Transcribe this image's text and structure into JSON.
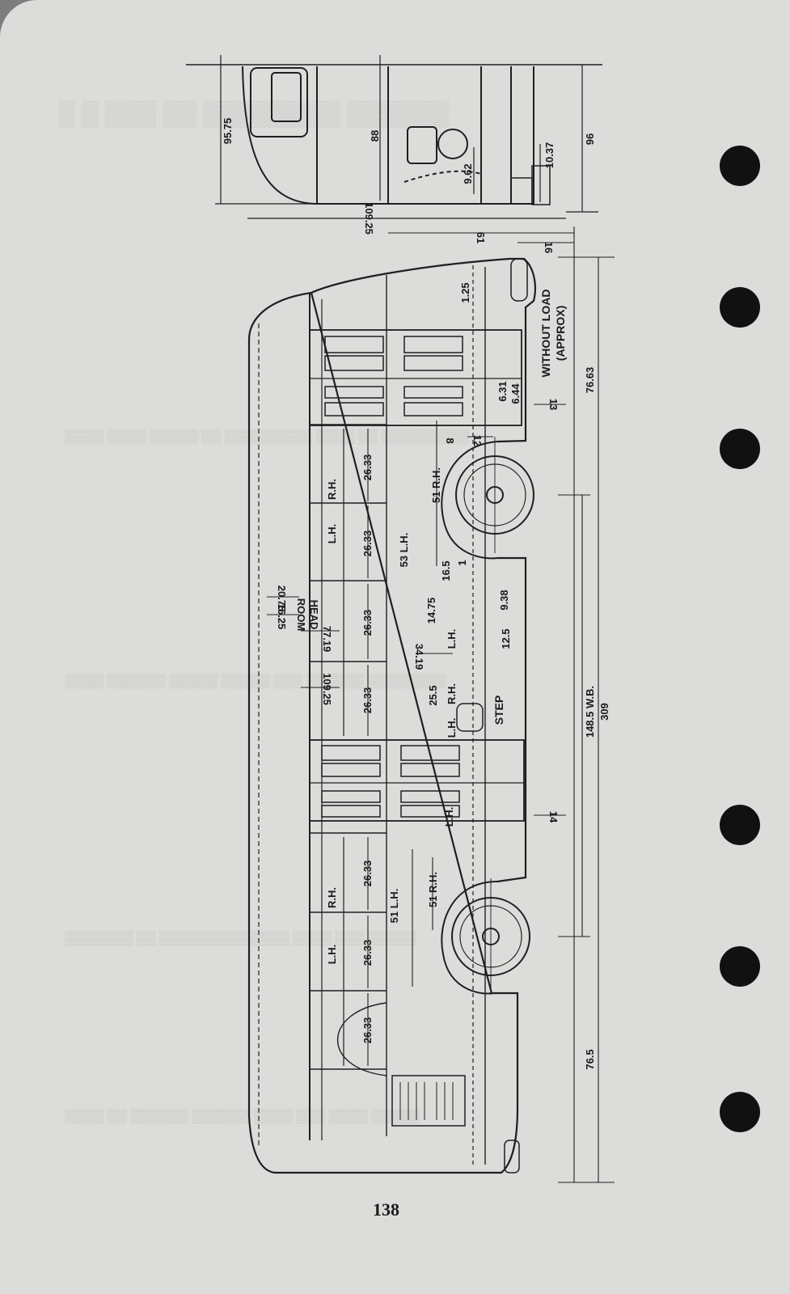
{
  "page_number": "138",
  "diagram": {
    "labels": {
      "without_load_1": "WITHOUT LOAD",
      "without_load_2": "(APPROX)",
      "head_room_1": "HEAD",
      "head_room_2": "ROOM",
      "step": "STEP",
      "lh": "L.H.",
      "rh": "R.H."
    },
    "dimensions": {
      "d95_75": "95.75",
      "d88": "88",
      "d96": "96",
      "d9_62": "9.62",
      "d10_37": "10.37",
      "d109_25_top": "109.25",
      "d61": "61",
      "d16": "16",
      "d1_25": "1.25",
      "d76_63": "76.63",
      "d13": "13",
      "d6_31": "6.31",
      "d6_44": "6.44",
      "d8": "8",
      "d12": "12",
      "d26_33_a": "26.33",
      "d26_33_b": "26.33",
      "d26_33_c": "26.33",
      "d26_33_d": "26.33",
      "d26_33_e": "26.33",
      "d26_33_f": "26.33",
      "d26_33_g": "26.33",
      "d51rh_front": "51 R.H.",
      "d53_lh": "53 L.H.",
      "d16_5": "16.5",
      "d1": "1",
      "d9_38": "9.38",
      "d14_75": "14.75",
      "d12_5": "12.5",
      "d20_75": "20.75",
      "d16_25": "16.25",
      "d77_19": "77.19",
      "d34_19": "34.19",
      "d109_25_mid": "109.25",
      "d25_5": "25.5",
      "d148_5": "148.5 W.B.",
      "d309": "309",
      "d14": "14",
      "d51rh_rear": "51 R.H.",
      "d51lh_rear": "51 L.H.",
      "d76_5": "76.5"
    }
  }
}
